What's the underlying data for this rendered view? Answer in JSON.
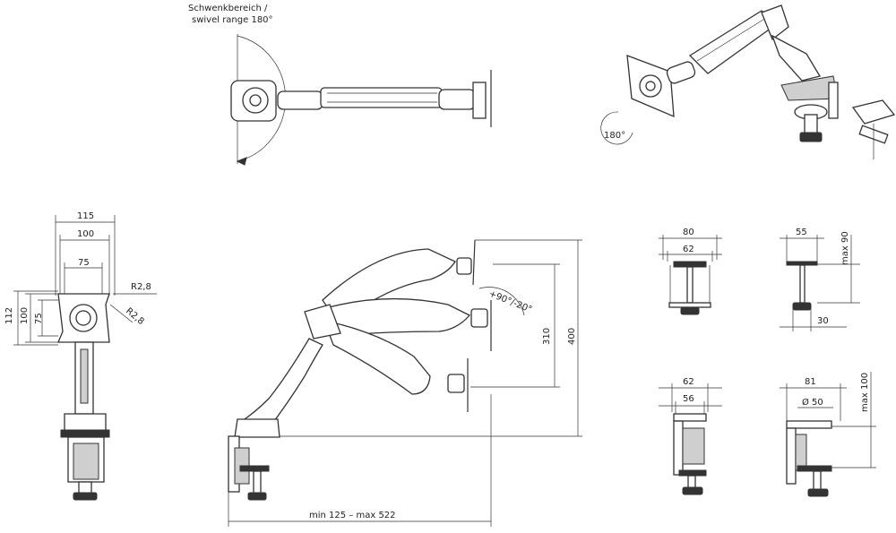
{
  "header": {
    "swivel_de": "Schwenkbereich /",
    "swivel_en": "swivel range 180°"
  },
  "rotation_label": "180°",
  "front_view": {
    "w115": "115",
    "w100": "100",
    "w75": "75",
    "r28a": "R2,8",
    "r28b": "R2,8",
    "h112": "112",
    "h100": "100",
    "h75": "75"
  },
  "side_view": {
    "tilt": "+90°/-20°",
    "h310": "310",
    "h400": "400",
    "reach": "min 125 – max 522"
  },
  "clamp_details": {
    "a80": "80",
    "a62": "62",
    "b55": "55",
    "bmax90": "max 90",
    "b30": "30",
    "c62": "62",
    "c56": "56",
    "d81": "81",
    "dphi50": "Ø 50",
    "dmax100": "max 100"
  },
  "colors": {
    "line": "#333333",
    "background": "#ffffff"
  }
}
